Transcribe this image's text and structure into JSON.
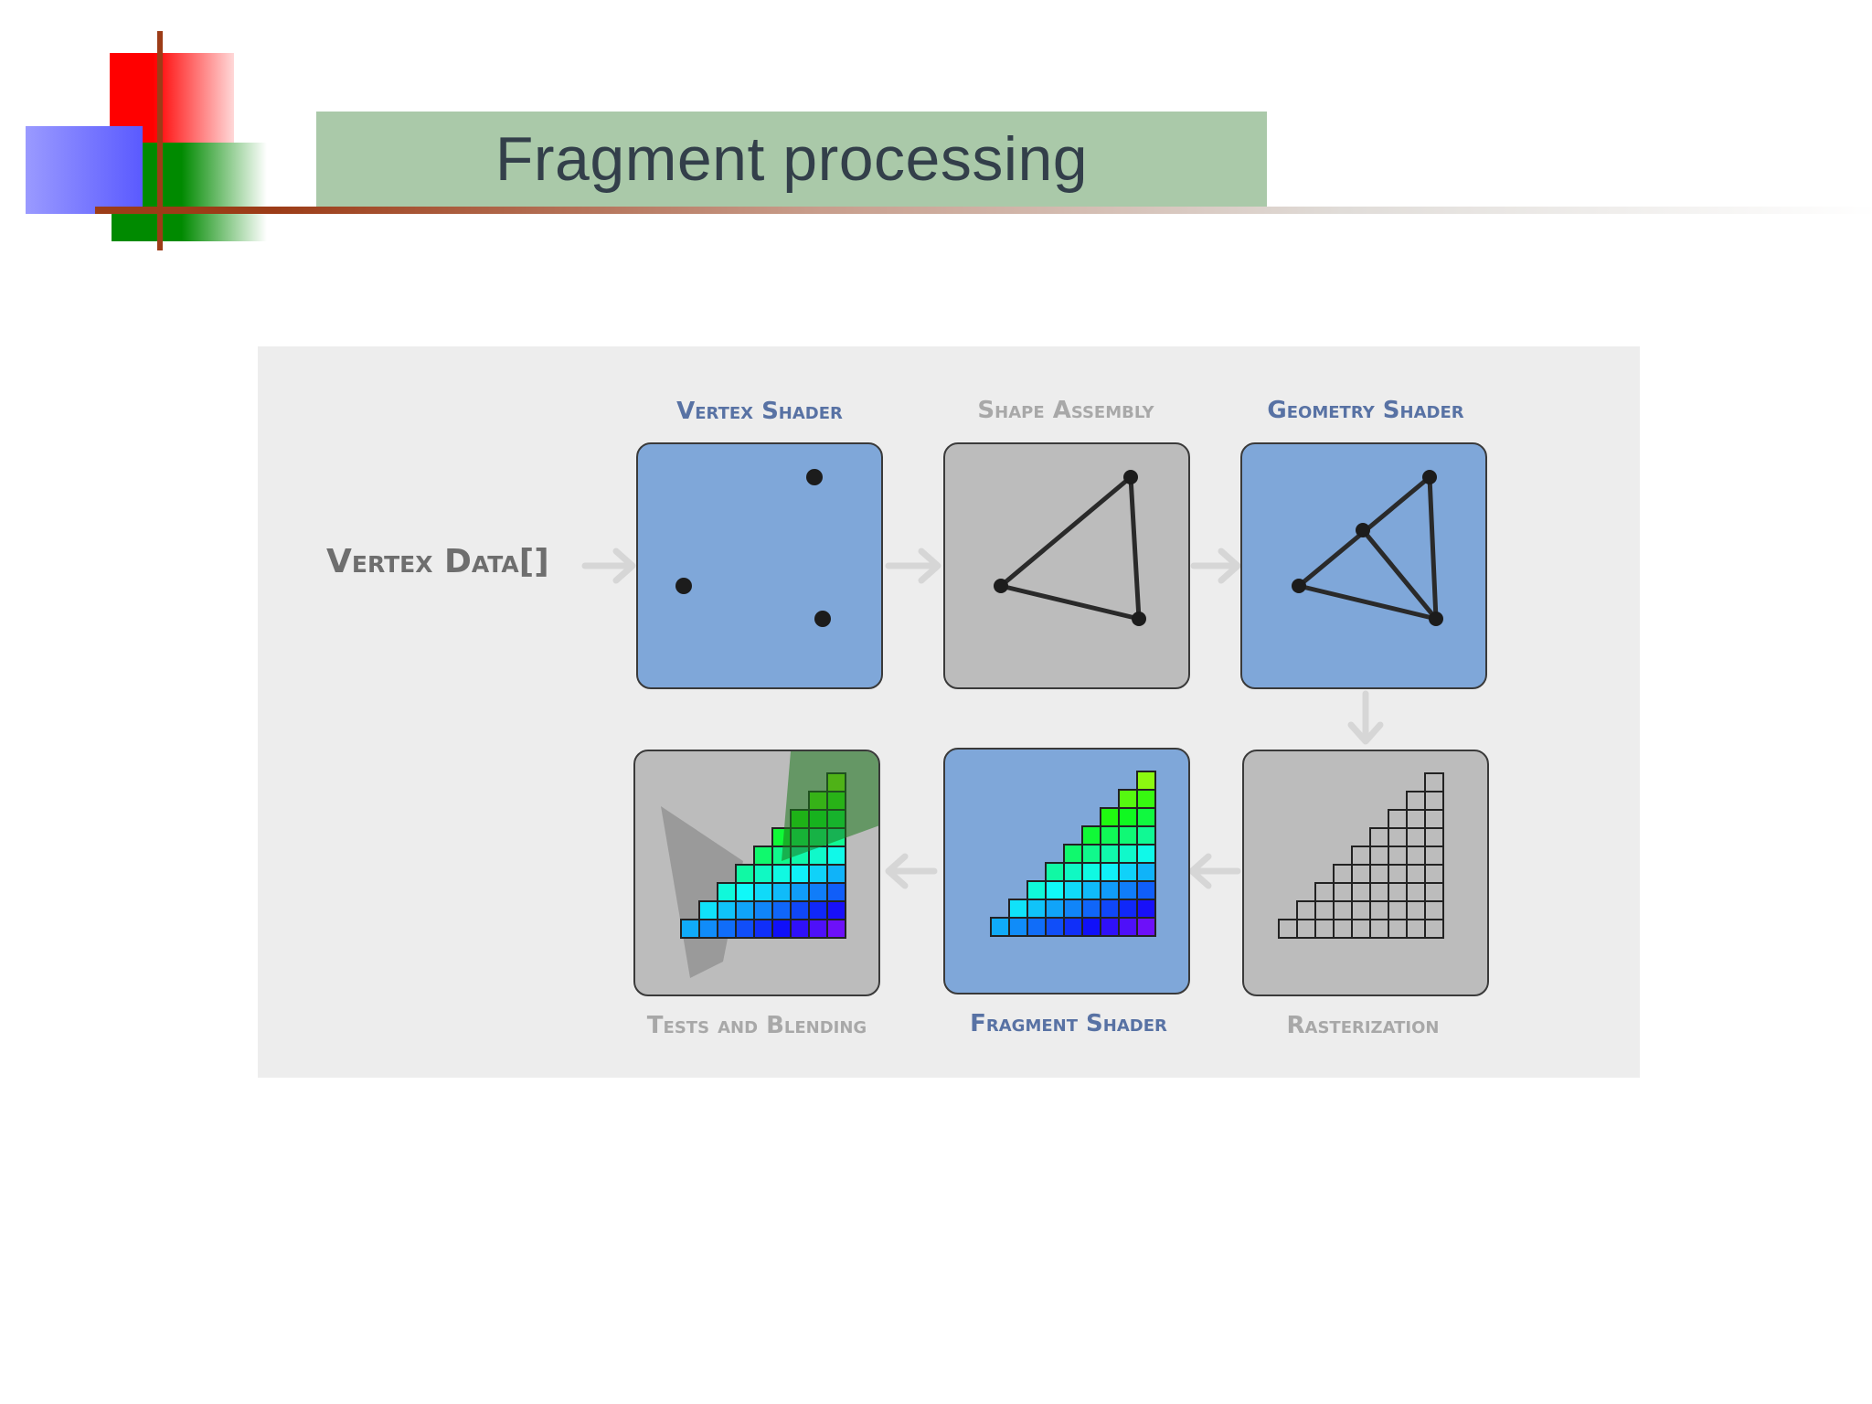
{
  "slide": {
    "title": "Fragment processing"
  },
  "diagram": {
    "input_label": "Vertex Data[]",
    "stages": [
      {
        "name": "Vertex Shader",
        "style": "blue"
      },
      {
        "name": "Shape Assembly",
        "style": "gray"
      },
      {
        "name": "Geometry Shader",
        "style": "blue"
      },
      {
        "name": "Rasterization",
        "style": "gray"
      },
      {
        "name": "Fragment Shader",
        "style": "blue"
      },
      {
        "name": "Tests and Blending",
        "style": "gray"
      }
    ],
    "colors": {
      "programmable_stage": "#7fa7d9",
      "fixed_stage": "#bcbcbc",
      "programmable_label": "#5872a4",
      "fixed_label": "#a8a8a8",
      "title_bar": "#aac9a9"
    }
  }
}
